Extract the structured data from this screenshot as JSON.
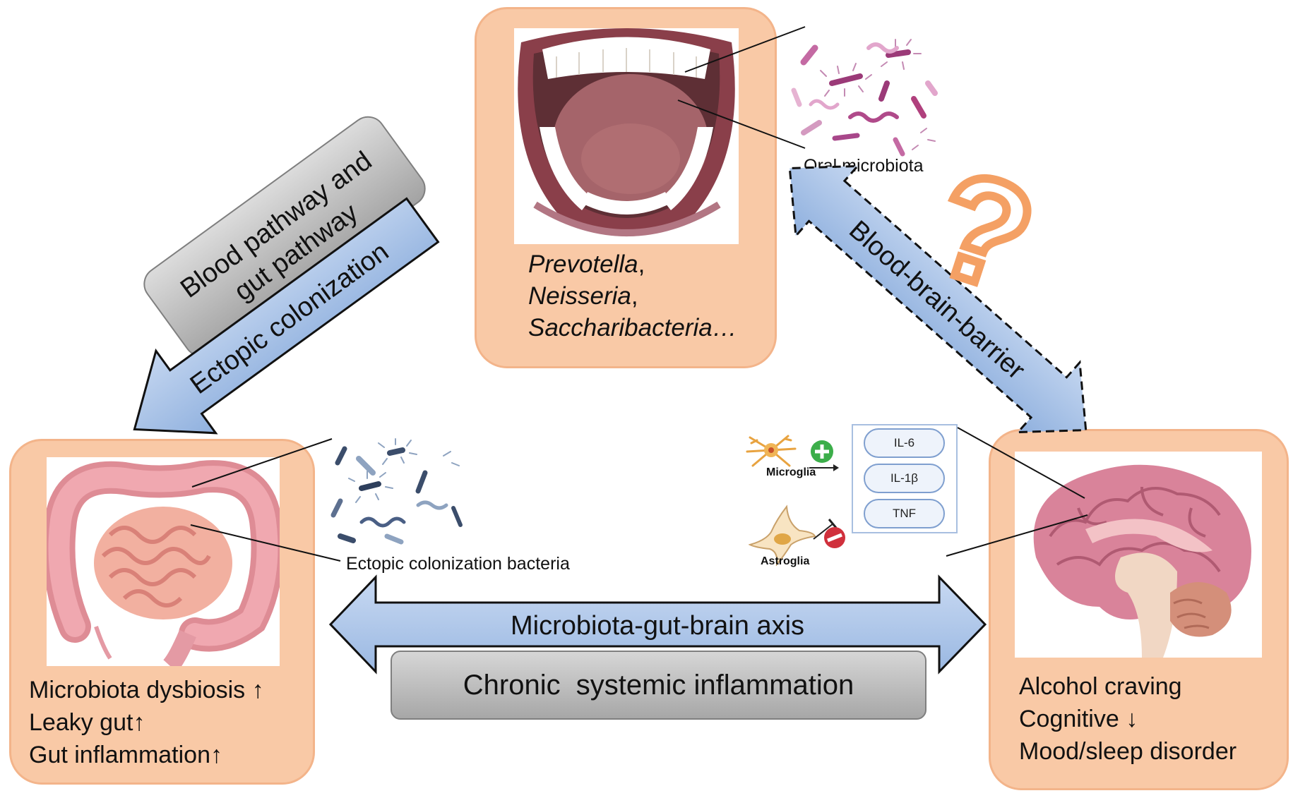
{
  "oral": {
    "genera": [
      "Prevotella",
      "Neisseria",
      "Saccharibacteria…"
    ],
    "genera_sep": [
      ",",
      ",",
      ""
    ],
    "microbiota_label": "Oral microbiota"
  },
  "gut": {
    "bacteria_label": "Ectopic colonization bacteria",
    "lines": [
      "Microbiota dysbiosis ↑",
      "Leaky gut↑",
      "Gut inflammation↑"
    ]
  },
  "brain": {
    "lines": [
      "Alcohol craving",
      "Cognitive ↓",
      "Mood/sleep disorder"
    ],
    "microglia_label": "Microglia",
    "astroglia_label": "Astroglia",
    "cytokines": [
      "IL-6",
      "IL-1β",
      "TNF"
    ]
  },
  "arrows": {
    "pathway_line1": "Blood pathway and",
    "pathway_line2": "gut pathway",
    "ectopic": "Ectopic colonization",
    "bbb": "Blood-brain-barrier",
    "question": "?",
    "axis": "Microbiota-gut-brain axis",
    "inflammation": "Chronic  systemic inflammation"
  },
  "colors": {
    "panel_fill": "#f9c9a6",
    "arrow_blue": "#a9c3e8",
    "arrow_blue_dark": "#7f9fd0",
    "question_orange": "#f4a064",
    "grey": "#bfbfbf"
  }
}
